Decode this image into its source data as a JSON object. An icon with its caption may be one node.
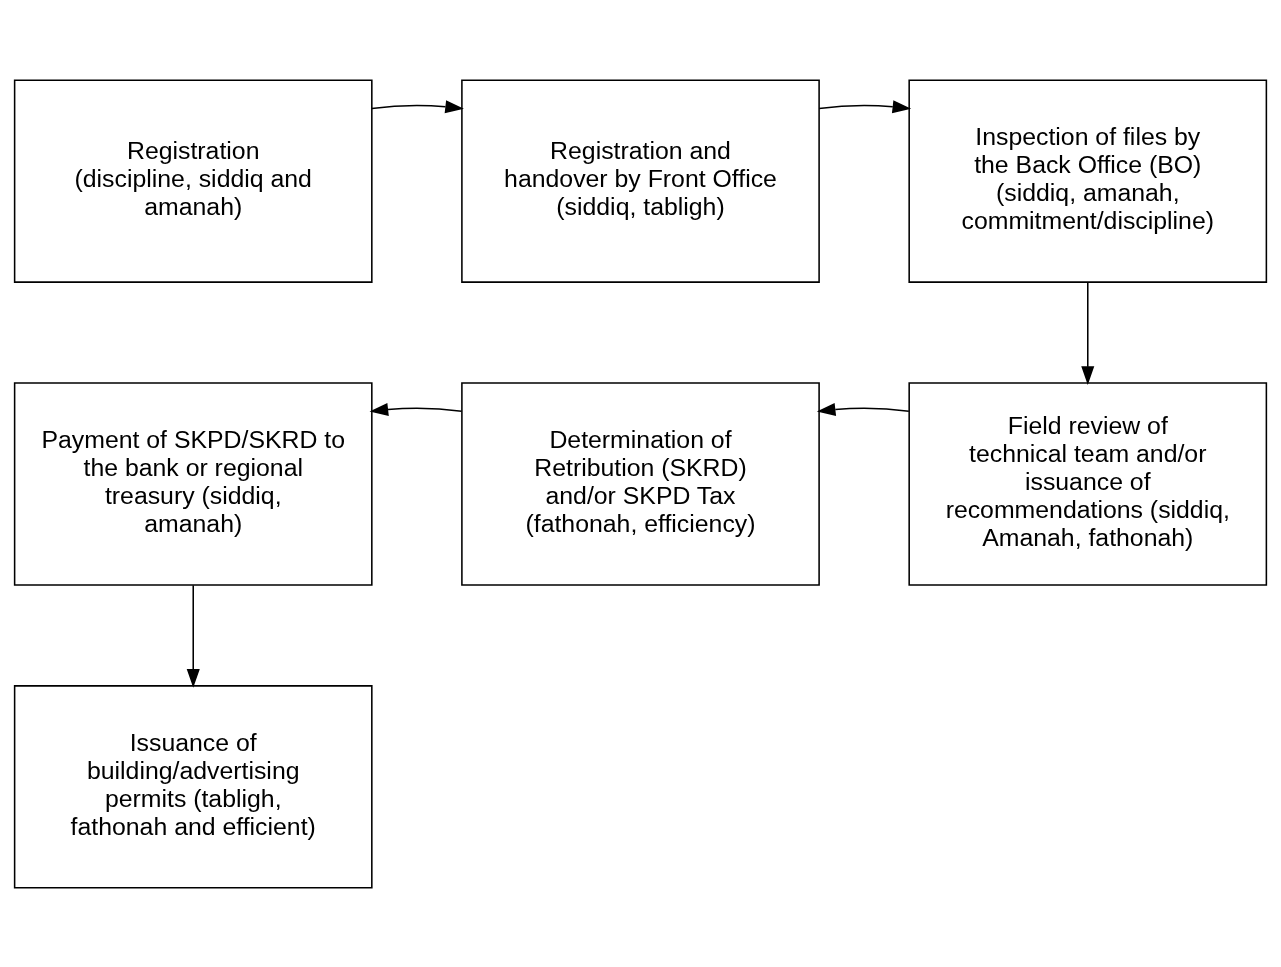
{
  "diagram": {
    "nodes": [
      {
        "text": [
          "Registration (discipline, siddiq and amanah)"
        ]
      },
      {
        "text": [
          "Registration and handover by Front Office (siddiq, tabligh)"
        ]
      },
      {
        "text": [
          "Inspection of files by the Back Office (BO) (siddiq, amanah, commitment/discipline)"
        ]
      },
      {
        "text": [
          "Field review of technical team and/or issuance of recommendations (siddiq, Amanah, fathonah)"
        ]
      },
      {
        "text": [
          "Determination of Retribution (SKRD) and/or SKPD Tax (fathonah, efficiency)"
        ]
      },
      {
        "text": [
          "Payment of SKPD/SKRD to the bank or regional treasury (siddiq, amanah)"
        ]
      },
      {
        "text": [
          "Issuance of building/advertising permits (tabligh, fathonah and efficient)"
        ]
      }
    ],
    "edges": [
      {
        "from": 0,
        "to": 1,
        "arrow": "to"
      },
      {
        "from": 1,
        "to": 2,
        "arrow": "to"
      },
      {
        "from": 2,
        "to": 3,
        "arrow": "to"
      },
      {
        "from": 3,
        "to": 4,
        "arrow": "to"
      },
      {
        "from": 4,
        "to": 5,
        "arrow": "to"
      },
      {
        "from": 5,
        "to": 6,
        "arrow": "to"
      }
    ]
  }
}
